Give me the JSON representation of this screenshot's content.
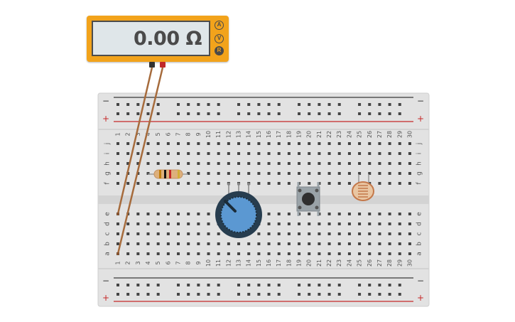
{
  "meter": {
    "reading": "0.00 Ω",
    "modes": [
      {
        "label": "A",
        "active": false
      },
      {
        "label": "V",
        "active": false
      },
      {
        "label": "R",
        "active": true
      }
    ],
    "probe_colors": {
      "com": "#333333",
      "positive": "#c0282a"
    }
  },
  "breadboard": {
    "columns": [
      "1",
      "2",
      "3",
      "4",
      "5",
      "6",
      "7",
      "8",
      "9",
      "10",
      "11",
      "12",
      "13",
      "14",
      "15",
      "16",
      "17",
      "18",
      "19",
      "20",
      "21",
      "22",
      "23",
      "24",
      "25",
      "26",
      "27",
      "28",
      "29",
      "30"
    ],
    "top_rows": [
      "j",
      "i",
      "h",
      "g",
      "f"
    ],
    "bottom_rows": [
      "e",
      "d",
      "c",
      "b",
      "a"
    ],
    "rail_labels": {
      "negative": "−",
      "positive": "+"
    },
    "colors": {
      "body": "#e2e2e2",
      "hole": "#454545",
      "rail_negative": "#3a3a3a",
      "rail_positive": "#c62828"
    }
  },
  "components": {
    "resistor": {
      "bands": [
        "#c07d0c",
        "#111111",
        "#c62828",
        "#d4af37"
      ]
    },
    "potentiometer": {
      "knob_color": "#5b98d2"
    },
    "pushbutton": {},
    "photoresistor": {},
    "probe_wires": {
      "color": "#a66b3c"
    }
  }
}
